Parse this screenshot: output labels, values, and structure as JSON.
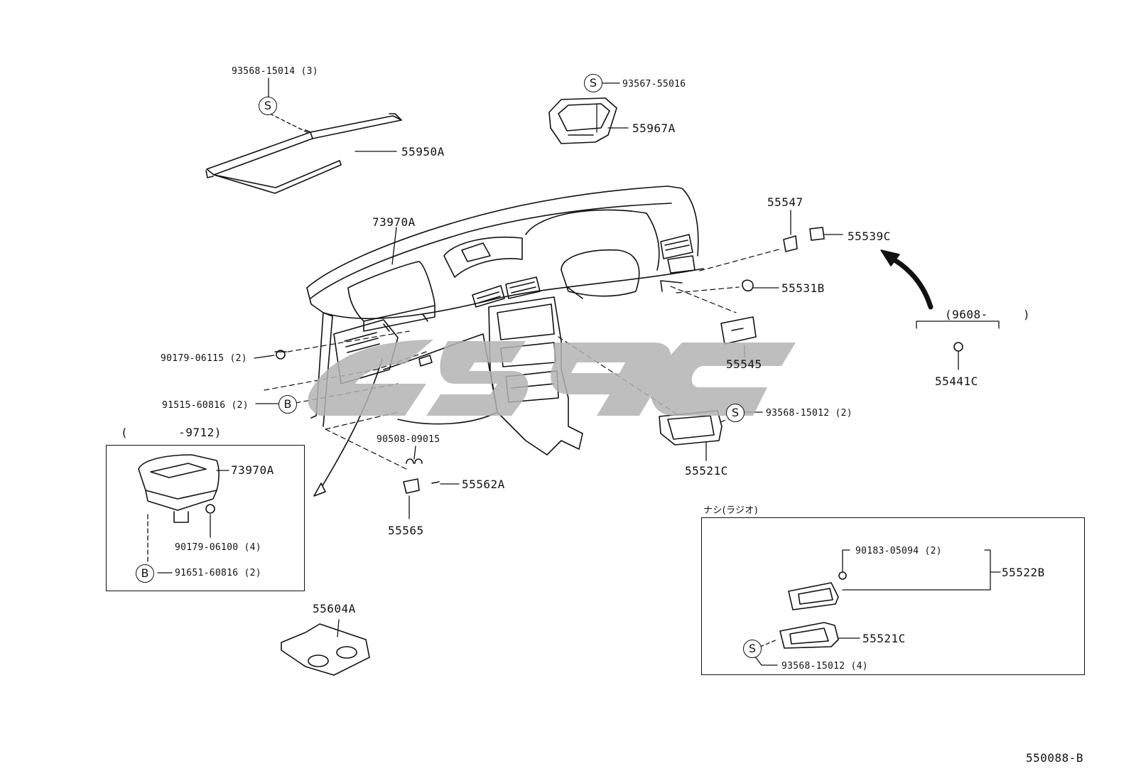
{
  "labels": {
    "top_clip_note": "93568-15014 (3)",
    "cover_panel": "55950A",
    "top_screw": "93567-55016",
    "top_tray": "55967A",
    "pad_assembly": "73970A",
    "switch_a": "55547",
    "switch_b": "55539C",
    "knob": "55531B",
    "version_range_right": "(9608-",
    "version_range_right_close": ")",
    "box_right_part": "55441C",
    "pocket": "55545",
    "clip_left": "90179-06115 (2)",
    "bolt_left": "91515-60816 (2)",
    "version_range_left": "(       -9712)",
    "inset_pad": "73970A",
    "inset_clip": "90179-06100 (4)",
    "inset_bolt": "91651-60816 (2)",
    "hinge_screw": "90508-09015",
    "hook_screw": "55562A",
    "hook": "55565",
    "box_screw": "93568-15012 (2)",
    "center_box": "55521C",
    "no_radio_note": "ナシ(ラジオ)",
    "bracket_clip": "90183-05094 (2)",
    "radio_bracket": "55522B",
    "radio_box": "55521C",
    "radio_screw": "93568-15012 (4)",
    "cup_holder": "55604A",
    "diagram_code": "550088-B"
  },
  "symbols": {
    "screw_mark": "S",
    "bolt_mark": "B"
  },
  "watermark_text": "CS9C",
  "colors": {
    "line": "#111111",
    "watermark": "#b3b3b3"
  }
}
